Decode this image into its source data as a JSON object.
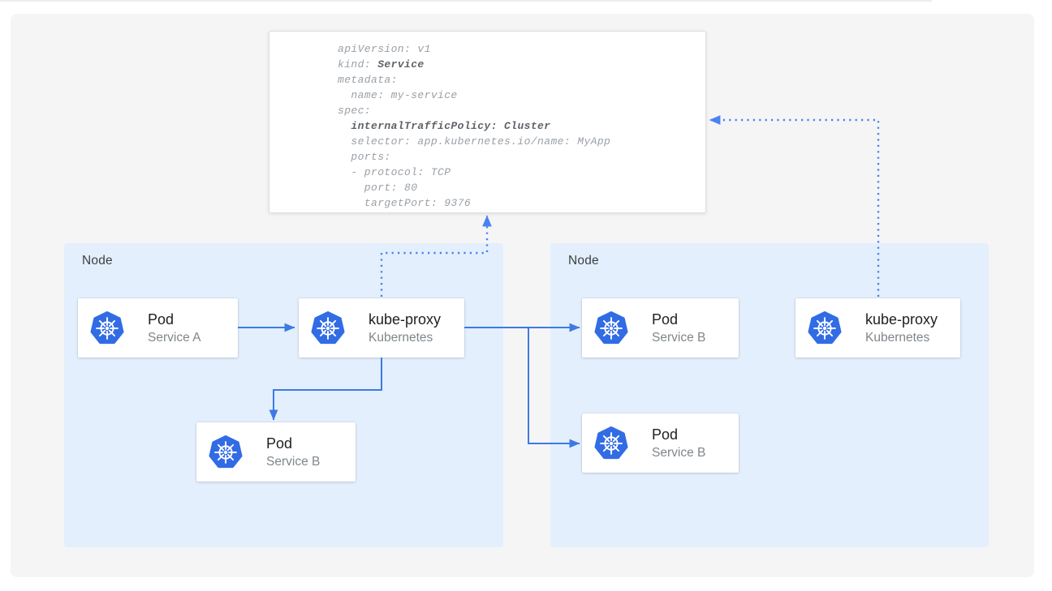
{
  "colors": {
    "arrow_blue": "#3d7ae4",
    "dotted_blue": "#4a83ee",
    "node_background": "#e3effc",
    "canvas_background": "#f5f5f6",
    "kubernetes_blue": "#326ce5",
    "code_text": "#9aa0a6",
    "code_bold_text": "#5f6368"
  },
  "yaml_panel": {
    "lines": [
      {
        "segments": [
          {
            "text": "apiVersion: v1",
            "bold": false
          }
        ]
      },
      {
        "segments": [
          {
            "text": "kind: ",
            "bold": false
          },
          {
            "text": "Service",
            "bold": true
          }
        ]
      },
      {
        "segments": [
          {
            "text": "metadata:",
            "bold": false
          }
        ]
      },
      {
        "segments": [
          {
            "text": "  name: my-service",
            "bold": false
          }
        ]
      },
      {
        "segments": [
          {
            "text": "spec:",
            "bold": false
          }
        ]
      },
      {
        "segments": [
          {
            "text": "  ",
            "bold": false
          },
          {
            "text": "internalTrafficPolicy: Cluster",
            "bold": true
          }
        ]
      },
      {
        "segments": [
          {
            "text": "  selector: app.kubernetes.io/name: MyApp",
            "bold": false
          }
        ]
      },
      {
        "segments": [
          {
            "text": "  ports:",
            "bold": false
          }
        ]
      },
      {
        "segments": [
          {
            "text": "  - protocol: TCP",
            "bold": false
          }
        ]
      },
      {
        "segments": [
          {
            "text": "    port: 80",
            "bold": false
          }
        ]
      },
      {
        "segments": [
          {
            "text": "    targetPort: 9376",
            "bold": false
          }
        ]
      }
    ]
  },
  "nodes": [
    {
      "label": "Node",
      "cards": [
        {
          "id": "pod-service-a",
          "title": "Pod",
          "subtitle": "Service A",
          "icon": "kubernetes-logo"
        },
        {
          "id": "kube-proxy-left",
          "title": "kube-proxy",
          "subtitle": "Kubernetes",
          "icon": "kubernetes-logo"
        },
        {
          "id": "pod-service-b-left",
          "title": "Pod",
          "subtitle": "Service B",
          "icon": "kubernetes-logo"
        }
      ]
    },
    {
      "label": "Node",
      "cards": [
        {
          "id": "pod-service-b-right-top",
          "title": "Pod",
          "subtitle": "Service B",
          "icon": "kubernetes-logo"
        },
        {
          "id": "pod-service-b-right-bottom",
          "title": "Pod",
          "subtitle": "Service B",
          "icon": "kubernetes-logo"
        },
        {
          "id": "kube-proxy-right",
          "title": "kube-proxy",
          "subtitle": "Kubernetes",
          "icon": "kubernetes-logo"
        }
      ]
    }
  ]
}
